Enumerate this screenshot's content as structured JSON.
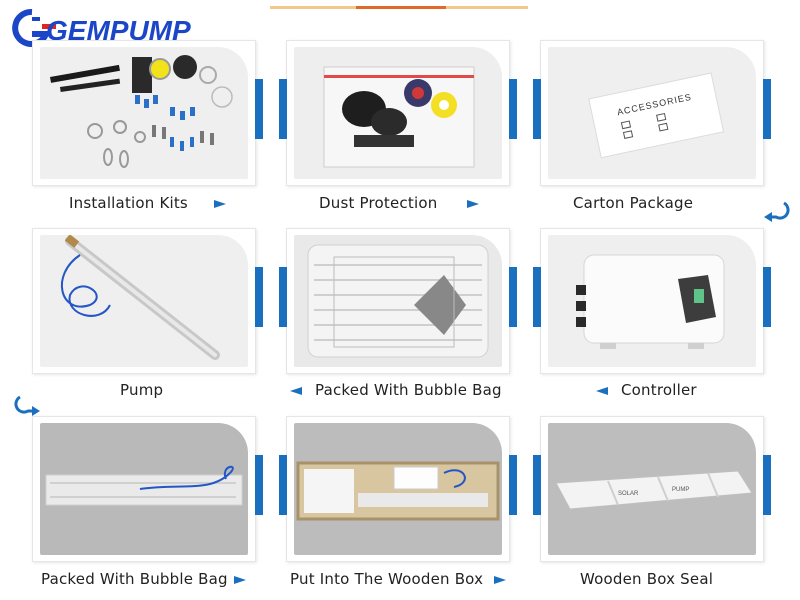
{
  "brand": {
    "logo_text": "GEMPUMP",
    "logo_color": "#1b46c8",
    "accent_color": "#e0241f"
  },
  "accent_blue": "#1b6fbf",
  "steps": [
    {
      "label": "Installation Kits",
      "arrow": "right"
    },
    {
      "label": "Dust Protection",
      "arrow": "right"
    },
    {
      "label": "Carton Package",
      "arrow": "turn"
    },
    {
      "label": "Pump",
      "arrow": "turn"
    },
    {
      "label": "Packed With Bubble Bag",
      "arrow": "left"
    },
    {
      "label": "Controller",
      "arrow": "left"
    },
    {
      "label": "Packed With Bubble Bag",
      "arrow": "right"
    },
    {
      "label": "Put Into The Wooden Box",
      "arrow": "right"
    },
    {
      "label": "Wooden Box Seal",
      "arrow": "none"
    }
  ],
  "carton_text": "ACCESSORIES",
  "crate_text": [
    "SOLAR",
    "PUMP"
  ]
}
